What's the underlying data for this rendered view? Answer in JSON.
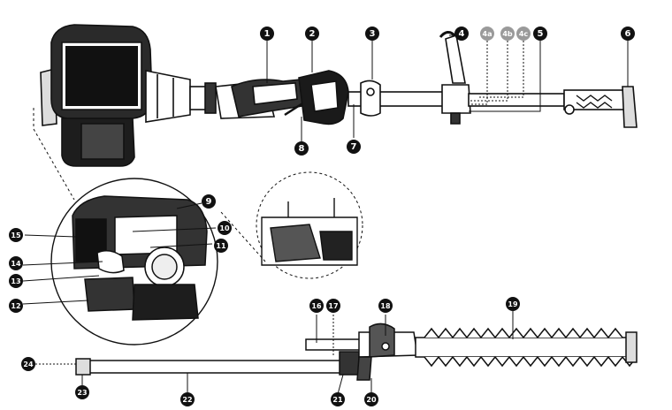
{
  "callouts": [
    {
      "id": "c1",
      "label": "1"
    },
    {
      "id": "c2",
      "label": "2"
    },
    {
      "id": "c3",
      "label": "3"
    },
    {
      "id": "c4",
      "label": "4"
    },
    {
      "id": "c4a",
      "label": "4a"
    },
    {
      "id": "c4b",
      "label": "4b"
    },
    {
      "id": "c4c",
      "label": "4c"
    },
    {
      "id": "c5",
      "label": "5"
    },
    {
      "id": "c6",
      "label": "6"
    },
    {
      "id": "c7",
      "label": "7"
    },
    {
      "id": "c8",
      "label": "8"
    },
    {
      "id": "c9",
      "label": "9"
    },
    {
      "id": "c10",
      "label": "10"
    },
    {
      "id": "c11",
      "label": "11"
    },
    {
      "id": "c12",
      "label": "12"
    },
    {
      "id": "c13",
      "label": "13"
    },
    {
      "id": "c14",
      "label": "14"
    },
    {
      "id": "c15",
      "label": "15"
    },
    {
      "id": "c16",
      "label": "16"
    },
    {
      "id": "c17",
      "label": "17"
    },
    {
      "id": "c18",
      "label": "18"
    },
    {
      "id": "c19",
      "label": "19"
    },
    {
      "id": "c20",
      "label": "20"
    },
    {
      "id": "c21",
      "label": "21"
    },
    {
      "id": "c22",
      "label": "22"
    },
    {
      "id": "c23",
      "label": "23"
    },
    {
      "id": "c24",
      "label": "24"
    }
  ]
}
